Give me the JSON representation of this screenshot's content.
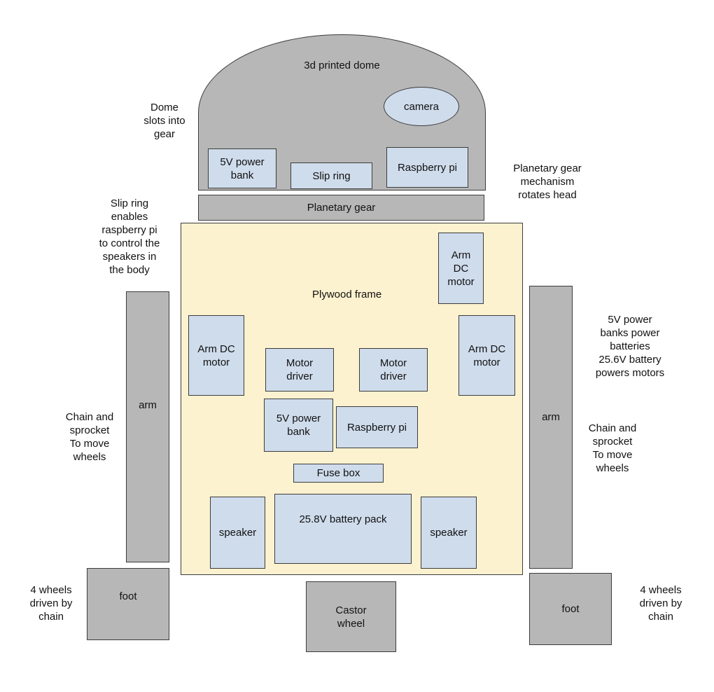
{
  "dome": {
    "title": "3d printed dome",
    "camera": "camera",
    "power_bank": "5V power\nbank",
    "slip_ring": "Slip ring",
    "raspberry_pi": "Raspberry pi"
  },
  "planetary_gear": "Planetary gear",
  "frame": {
    "title": "Plywood frame",
    "arm_motor_top": "Arm\nDC\nmotor",
    "arm_motor_left": "Arm DC\nmotor",
    "arm_motor_right": "Arm DC\nmotor",
    "motor_driver_1": "Motor\ndriver",
    "motor_driver_2": "Motor\ndriver",
    "power_bank": "5V power\nbank",
    "raspberry_pi": "Raspberry pi",
    "fuse_box": "Fuse box",
    "speaker_left": "speaker",
    "battery_pack": "25.8V battery pack",
    "speaker_right": "speaker"
  },
  "arm_left": "arm",
  "arm_right": "arm",
  "foot_left": "foot",
  "foot_right": "foot",
  "castor_wheel": "Castor\nwheel",
  "notes": {
    "dome_slots": "Dome\nslots into\ngear",
    "slip_ring": "Slip ring\nenables\nraspberry pi\nto control the\nspeakers in\nthe body",
    "planetary_gear": "Planetary gear\nmechanism\nrotates head",
    "power_banks": "5V power\nbanks power\nbatteries\n25.6V battery\npowers motors",
    "chain_left": "Chain and\nsprocket\nTo move\nwheels",
    "chain_right": "Chain and\nsprocket\nTo move\nwheels",
    "wheels_left": "4 wheels\ndriven by\nchain",
    "wheels_right": "4 wheels\ndriven by\nchain"
  }
}
